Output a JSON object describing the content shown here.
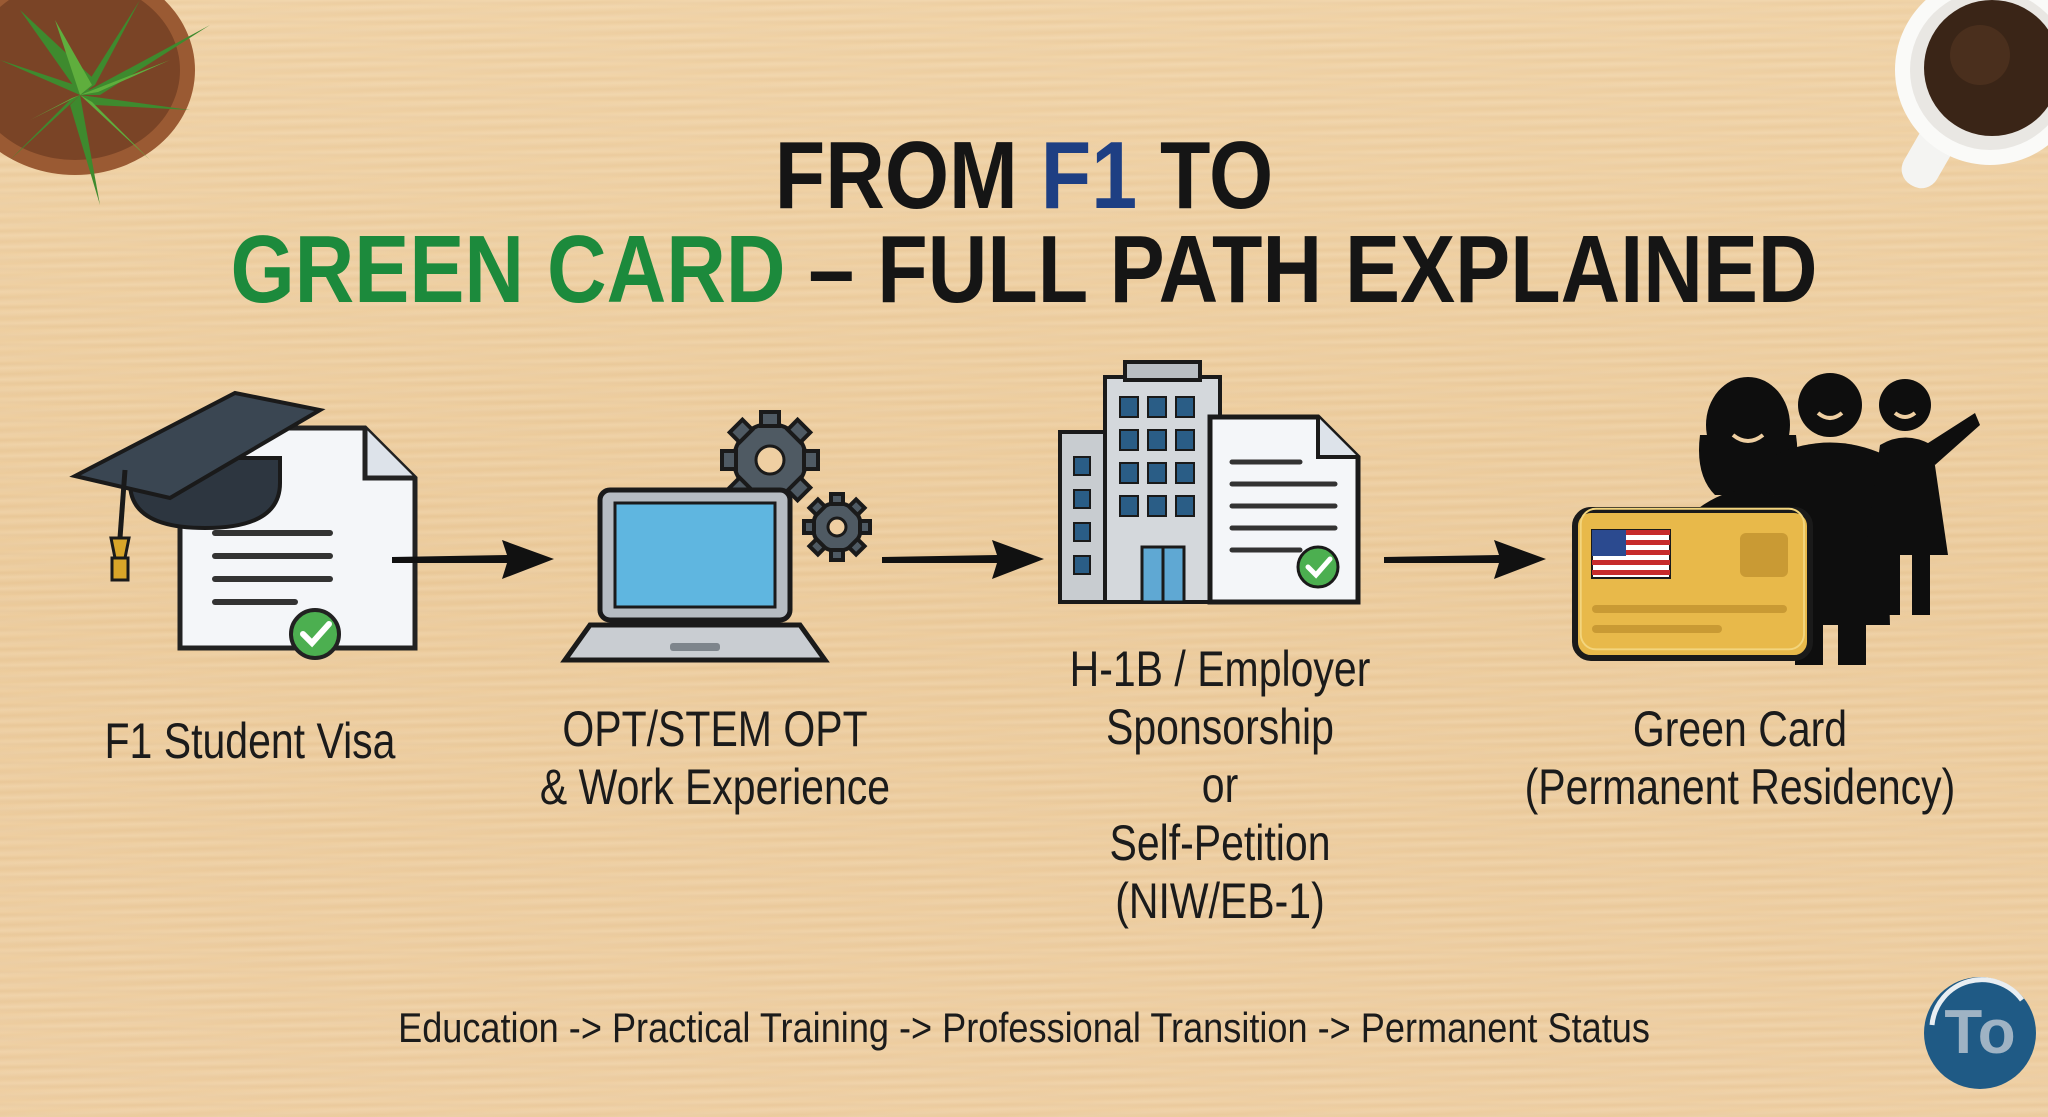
{
  "title": {
    "line1_pre": "FROM ",
    "line1_accent": "F1",
    "line1_post": " TO",
    "line2_accent": "GREEN CARD",
    "line2_post": " – FULL PATH EXPLAINED"
  },
  "steps": [
    {
      "lines": [
        "F1 Student Visa"
      ],
      "icon": "graduation-cap-document-icon"
    },
    {
      "lines": [
        "OPT/STEM OPT",
        "& Work Experience"
      ],
      "icon": "laptop-gears-icon"
    },
    {
      "lines": [
        "H-1B / Employer",
        "Sponsorship",
        "or",
        "Self-Petition",
        "(NIW/EB-1)"
      ],
      "icon": "office-building-document-icon"
    },
    {
      "lines": [
        "Green Card",
        "(Permanent Residency)"
      ],
      "icon": "green-card-family-icon"
    }
  ],
  "footer": "Education -> Practical Training -> Professional Transition -> Permanent Status",
  "logo_text": "To",
  "colors": {
    "accent_blue": "#1e3f83",
    "accent_green": "#1c8a3c",
    "card_gold": "#e8b94a",
    "logo_blue": "#1f5a85"
  }
}
